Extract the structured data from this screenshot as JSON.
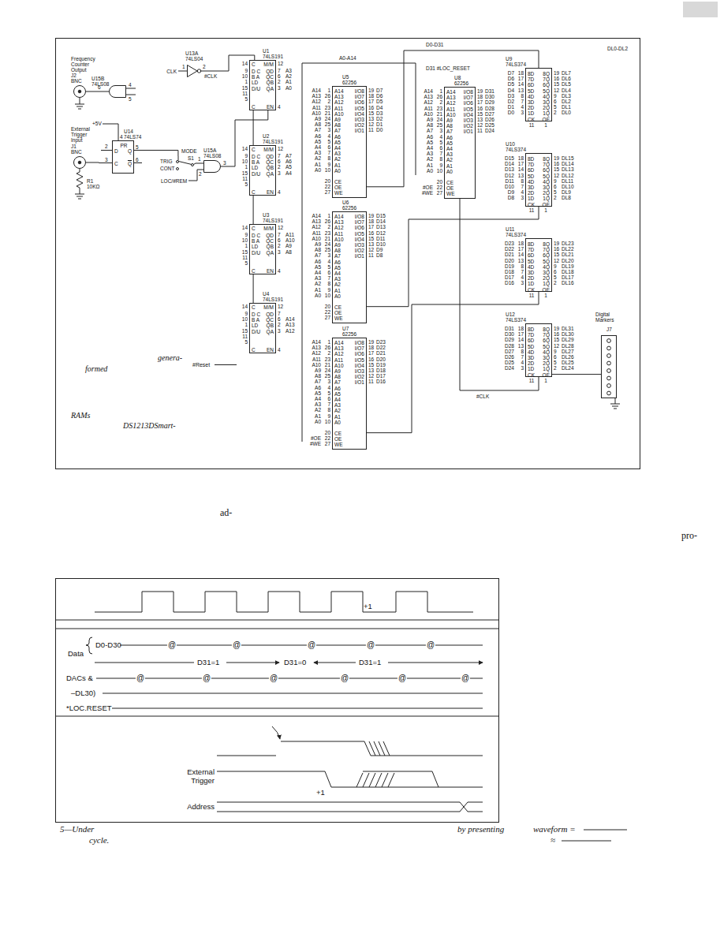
{
  "diagram": {
    "nodes": [
      {
        "text": [
          "Frequency Counter Output",
          "J2 BNC"
        ]
      },
      {
        "text": [
          "U15B 74LS08"
        ]
      },
      {
        "text": [
          "External Trigger Input",
          "J1 BNC"
        ]
      },
      {
        "text": [
          "U14 74LS74",
          "PR",
          "D",
          "C",
          "Q",
          "Q"
        ]
      },
      {
        "text": [
          "MODE",
          "S1",
          "TRIG",
          "CONT"
        ]
      },
      {
        "text": [
          "U15A 74LS08"
        ]
      },
      {
        "text": [
          "U13A 74LS04"
        ]
      },
      {
        "text": [
          "U1 74LS191",
          "C",
          "M/M",
          "D C B A LD D/U",
          "QD QC QB QA",
          "C",
          "EN"
        ]
      },
      {
        "text": [
          "U2 74LS191",
          "C",
          "M/M",
          "D C B A LD D/U",
          "QD QC QB QA",
          "C",
          "EN"
        ]
      },
      {
        "text": [
          "U3 74LS191",
          "C",
          "M/M",
          "D C B A LD D/U",
          "QD QC QB QA",
          "C",
          "EN"
        ]
      },
      {
        "text": [
          "U4 74LS191",
          "C",
          "M/M",
          "D C B A LD D/U",
          "QD QC QB QA",
          "C",
          "EN"
        ]
      },
      {
        "text": [
          "U5 62256",
          "A14 A13 A12 A11 A10 A9 A8 A7 A6 A5 A4 A3 A2 A1 A0",
          "CE OE WE",
          "I/O8 I/O7 I/O6 I/O5 I/O4 I/O3 I/O2 I/O1"
        ]
      },
      {
        "text": [
          "U6 62256",
          "A14 A13 A12 A11 A10 A9 A8 A7 A6 A5 A4 A3 A2 A1 A0",
          "CE OE WE",
          "I/O8 I/O7 I/O6 I/O5 I/O4 I/O3 I/O2 I/O1"
        ]
      },
      {
        "text": [
          "U7 62256",
          "A14 A13 A12 A11 A10 A9 A8 A7 A6 A5 A4 A3 A2 A1 A0",
          "CE OE WE",
          "I/O8 I/O7 I/O6 I/O5 I/O4 I/O3 I/O2 I/O1"
        ]
      },
      {
        "text": [
          "U8 62256",
          "A14 A13 A12 A11 A10 A9 A8 A7 A6 A5 A4 A3 A2 A1 A0",
          "CE OE WE",
          "I/O8 I/O7 I/O6 I/O5 I/O4 I/O3 I/O2 I/O1"
        ]
      },
      {
        "text": [
          "U9 74LS374",
          "8D 7D 6D 5D 4D 3D 2D 1D",
          "8Q 7Q 6Q 5Q 4Q 3Q 2Q 1Q",
          "CK",
          "OE"
        ]
      },
      {
        "text": [
          "U10 74LS374",
          "8D 7D 6D 5D 4D 3D 2D 1D",
          "8Q 7Q 6Q 5Q 4Q 3Q 2Q 1Q",
          "CK",
          "OE"
        ]
      },
      {
        "text": [
          "U11 74LS374",
          "8D 7D 6D 5D 4D 3D 2D 1D",
          "8Q 7Q 6Q 5Q 4Q 3Q 2Q 1Q",
          "CK",
          "OE"
        ]
      },
      {
        "text": [
          "U12 74LS374",
          "8D 7D 6D 5D 4D 3D 2D 1D",
          "8Q 7Q 6Q 5Q 4Q 3Q 2Q 1Q",
          "CK",
          "OE"
        ]
      },
      {
        "text": [
          "Digital Markers",
          "J7"
        ]
      }
    ],
    "edges": [
      {
        "from": 1,
        "to": 0,
        "arrow": "none"
      },
      {
        "from": 2,
        "to": 3,
        "arrow": "none"
      },
      {
        "from": 3,
        "to": 4,
        "arrow": "none"
      },
      {
        "from": 4,
        "to": 5,
        "arrow": "none"
      },
      {
        "from": 5,
        "to": 7,
        "arrow": "none"
      },
      {
        "from": 6,
        "to": 7,
        "arrow": "none"
      },
      {
        "from": 7,
        "to": 8,
        "arrow": "none"
      },
      {
        "from": 8,
        "to": 9,
        "arrow": "none"
      },
      {
        "from": 9,
        "to": 10,
        "arrow": "none"
      },
      {
        "from": 11,
        "to": 15,
        "arrow": "none"
      },
      {
        "from": 12,
        "to": 16,
        "arrow": "none"
      },
      {
        "from": 13,
        "to": 17,
        "arrow": "none"
      },
      {
        "from": 14,
        "to": 18,
        "arrow": "none"
      },
      {
        "from": 18,
        "to": 19,
        "arrow": "none"
      }
    ],
    "labels": [
      "+5V",
      "4",
      "2",
      "3",
      "5",
      "6",
      "R1 10KΩ",
      "6",
      "4",
      "5",
      "1",
      "2",
      "3",
      "LOC/#REM",
      "1",
      "2",
      "CLK",
      "#CLK",
      "#Reset",
      "9 10 1 15 11 5",
      "14",
      "12",
      "7 6 2 3",
      "4",
      "A3 A2 A1 A0",
      "9 10 1 15 11 5",
      "14",
      "12",
      "7 6 2 3",
      "4",
      "A7 A6 A5 A4",
      "9 10 1 15 11 5",
      "14",
      "12",
      "7 6 2 3",
      "4",
      "A11 A10 A9 A8",
      "9 10 1 15 11 5",
      "14",
      "12",
      "7 6 2 3",
      "4",
      "A14 A13 A12",
      "A14 A13 A12 A11 A10 A9 A8 A7 A6 A5 A4 A3 A2 A1 A0",
      "1 26 2 23 21 24 25 3 4 5 6 7 8 9 10",
      "20 22 27",
      "19 18 17 16 15 13 12 11",
      "D7 D6 D5 D4 D3 D2 D1 D0",
      "A14 A13 A12 A11 A10 A9 A8 A7 A6 A5 A4 A3 A2 A1 A0",
      "1 26 2 23 21 24 25 3 4 5 6 7 8 9 10",
      "20 22 27",
      "19 18 17 16 15 13 12 11",
      "D15 D14 D13 D12 D11 D10 D9 D8",
      "A14 A13 A12 A11 A10 A9 A8 A7 A6 A5 A4 A3 A2 A1 A0",
      "1 26 2 23 21 24 25 3 4 5 6 7 8 9 10",
      "20 22 27",
      "19 18 17 16 15 13 12 11",
      "D23 D22 D21 D20 D19 D18 D17 D16",
      "#OE #WE",
      "A14 A13 A12 A11 A10 A9 A8 A7 A6 A5 A4 A3 A2 A1 A0",
      "1 26 2 23 21 24 25 3 4 5 6 7 8 9 10",
      "20 22 27",
      "19 18 17 16 15 13 12 11",
      "D31 D30 D29 D28 D27 D26 D25 D24",
      "#OE #WE",
      "D7 D6 D5 D4 D3 D2 D1 D0",
      "18 17 14 13 8 7 4 3",
      "19 16 15 12 9 6 5 2",
      "DL7 DL6 DL5 DL4 DL3 DL2 DL1 DL0",
      "11",
      "1",
      "D15 D14 D13 D12 D11 D10 D9 D8",
      "18 17 14 13 8 7 4 3",
      "19 16 15 12 9 6 5 2",
      "DL15 DL14 DL13 DL12 DL11 DL10 DL9 DL8",
      "11",
      "1",
      "D23 D22 D21 D20 D19 D18 D17 D16",
      "18 17 14 13 8 7 4 3",
      "19 16 15 12 9 6 5 2",
      "DL23 DL22 DL21 DL20 DL19 DL18 DL17 DL16",
      "11",
      "1",
      "D31 D30 D29 D28 D27 D26 D25 D24",
      "18 17 14 13 8 7 4 3",
      "19 16 15 12 9 6 5 2",
      "DL31 DL30 DL29 DL28 DL27 DL26 DL25 DL24",
      "11",
      "1",
      "A0-A14",
      "D0-D31",
      "D31 #LOC_RESET",
      "DL0-DL2",
      "#CLK",
      "genera-",
      "formed",
      "RAMs",
      "DS1213DSmart-",
      "ad-",
      "pro-",
      "+1",
      "D0-D30",
      "Data",
      "@",
      "@",
      "@",
      "@",
      "@",
      "D31=1",
      "D31=0",
      "D31=1",
      "DACs &",
      "@",
      "@",
      "@",
      "@",
      "@",
      "@",
      "–DL30)",
      "*LOC.RESET",
      "External Trigger",
      "+1",
      "Address",
      "5—Under",
      "by presenting",
      "cycle.",
      "waveform =",
      "≈"
    ]
  }
}
